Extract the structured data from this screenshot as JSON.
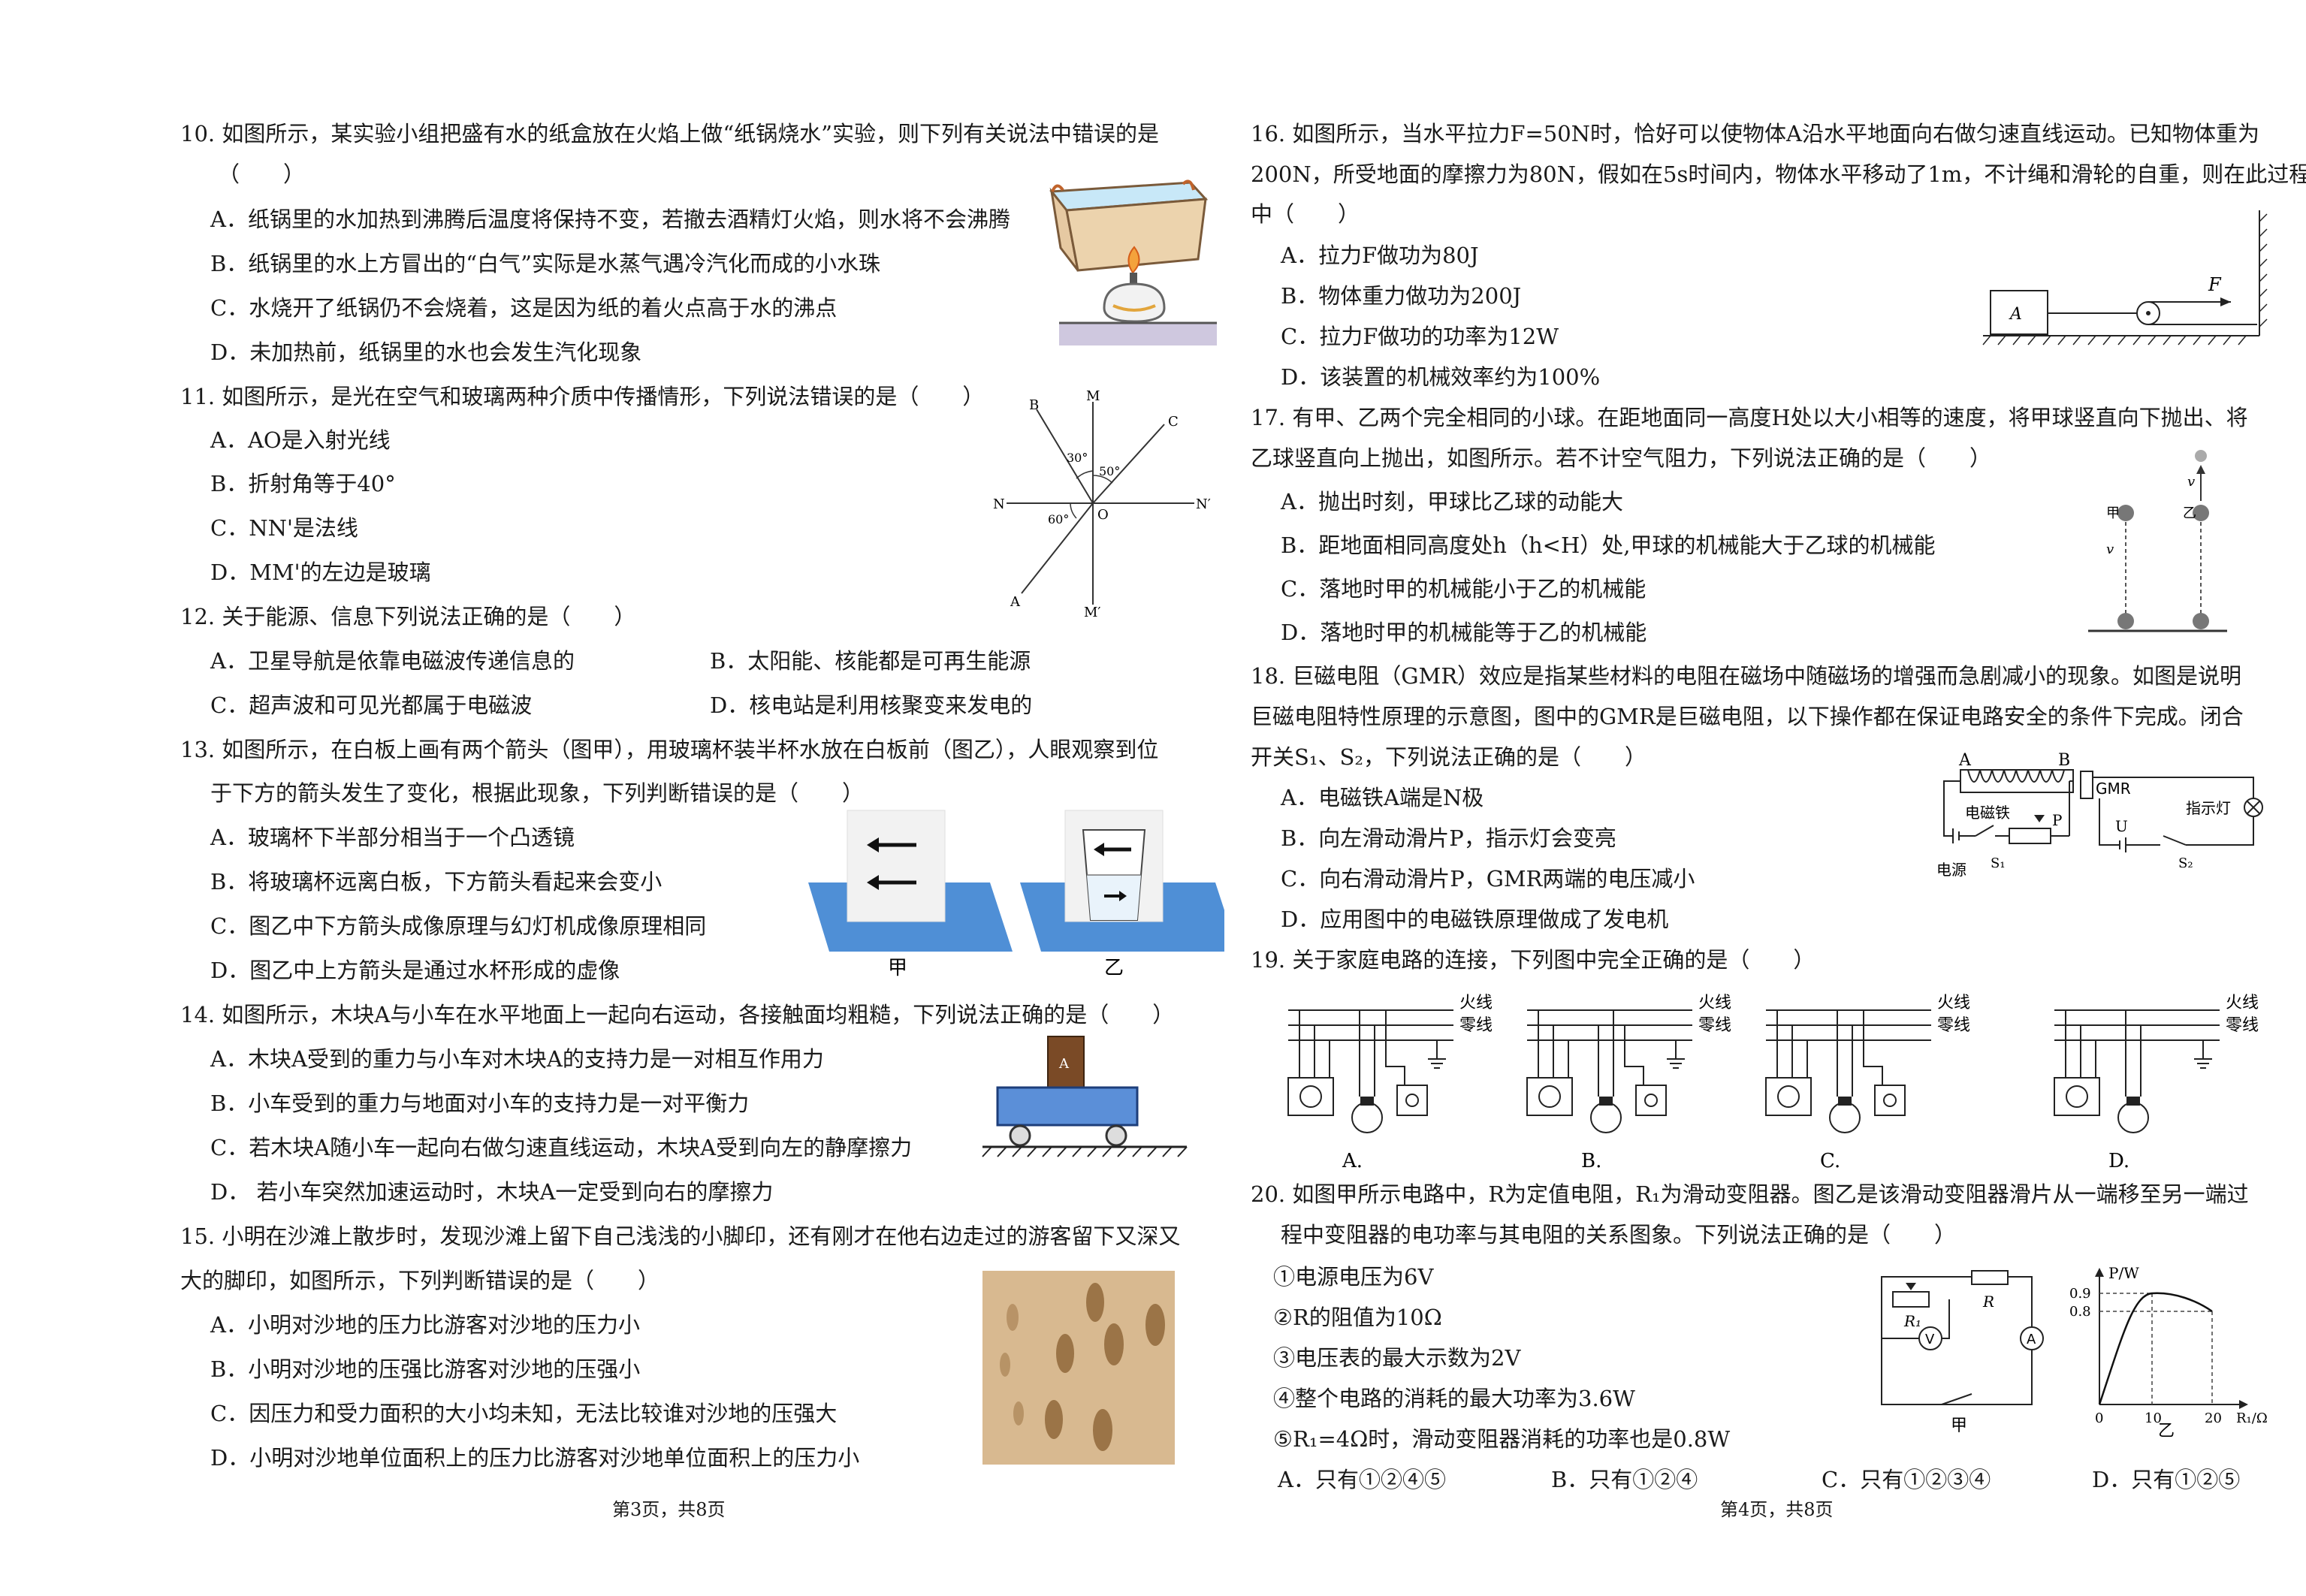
{
  "left": {
    "q10": {
      "stem1": "10. 如图所示，某实验小组把盛有水的纸盒放在火焰上做“纸锅烧水”实验，则下列有关说法中错误的是",
      "stem2": "（　　）",
      "options": [
        "A．纸锅里的水加热到沸腾后温度将保持不变，若撤去酒精灯火焰，则水将不会沸腾",
        "B．纸锅里的水上方冒出的“白气”实际是水蒸气遇冷汽化而成的小水珠",
        "C．水烧开了纸锅仍不会烧着，这是因为纸的着火点高于水的沸点",
        "D．未加热前，纸锅里的水也会发生汽化现象"
      ]
    },
    "q11": {
      "stem": "11. 如图所示，是光在空气和玻璃两种介质中传播情形，下列说法错误的是（　　）",
      "options": [
        "A．AO是入射光线",
        "B．折射角等于40°",
        "C．NN'是法线",
        "D．MM'的左边是玻璃"
      ],
      "labels": {
        "B": "B",
        "M": "M",
        "C": "C",
        "N": "N",
        "N2": "N′",
        "O": "O",
        "A": "A",
        "M2": "M′",
        "a30": "30°",
        "a50": "50°",
        "a60": "60°"
      }
    },
    "q12": {
      "stem": "12.  关于能源、信息下列说法正确的是（　　）",
      "options": [
        "A．卫星导航是依靠电磁波传递信息的",
        "B．太阳能、核能都是可再生能源",
        "C．超声波和可见光都属于电磁波",
        "D．核电站是利用核聚变来发电的"
      ]
    },
    "q13": {
      "stem1": "13. 如图所示，在白板上画有两个箭头（图甲），用玻璃杯装半杯水放在白板前（图乙），人眼观察到位",
      "stem2": "于下方的箭头发生了变化，根据此现象，下列判断错误的是（　　）",
      "options": [
        "A．玻璃杯下半部分相当于一个凸透镜",
        "B．将玻璃杯远离白板，下方箭头看起来会变小",
        "C．图乙中下方箭头成像原理与幻灯机成像原理相同",
        "D．图乙中上方箭头是通过水杯形成的虚像"
      ],
      "cap_jia": "甲",
      "cap_yi": "乙"
    },
    "q14": {
      "stem": "14. 如图所示，木块A与小车在水平地面上一起向右运动，各接触面均粗糙，下列说法正确的是（　　）",
      "options": [
        "A．木块A受到的重力与小车对木块A的支持力是一对相互作用力",
        "B．小车受到的重力与地面对小车的支持力是一对平衡力",
        "C．若木块A随小车一起向右做匀速直线运动，木块A受到向左的静摩擦力",
        "D．  若小车突然加速运动时，木块A一定受到向右的摩擦力"
      ],
      "block": "A"
    },
    "q15": {
      "stem1": "15. 小明在沙滩上散步时，发现沙滩上留下自己浅浅的小脚印，还有刚才在他右边走过的游客留下又深又",
      "stem2": "大的脚印，如图所示，下列判断错误的是（　　）",
      "options": [
        "A．小明对沙地的压力比游客对沙地的压力小",
        "B．小明对沙地的压强比游客对沙地的压强小",
        "C．因压力和受力面积的大小均未知，无法比较谁对沙地的压强大",
        "D．小明对沙地单位面积上的压力比游客对沙地单位面积上的压力小"
      ]
    },
    "footer": "第3页，共8页"
  },
  "right": {
    "q16": {
      "stem1": "16. 如图所示，当水平拉力F=50N时，恰好可以使物体A沿水平地面向右做匀速直线运动。已知物体重为",
      "stem2": "200N，所受地面的摩擦力为80N，假如在5s时间内，物体水平移动了1m，不计绳和滑轮的自重，则在此过程",
      "stem3": "中（　　）",
      "options": [
        "A．拉力F做功为80J",
        "B．物体重力做功为200J",
        "C．拉力F做功的功率为12W",
        "D．该装置的机械效率约为100%"
      ],
      "block": "A",
      "force": "F"
    },
    "q17": {
      "stem1": "17. 有甲、乙两个完全相同的小球。在距地面同一高度H处以大小相等的速度，将甲球竖直向下抛出、将",
      "stem2": "乙球竖直向上抛出，如图所示。若不计空气阻力，下列说法正确的是（　　）",
      "options": [
        "A．抛出时刻，甲球比乙球的动能大",
        "B．距地面相同高度处h（h<H）处,甲球的机械能大于乙球的机械能",
        "C．落地时甲的机械能小于乙的机械能",
        "D．落地时甲的机械能等于乙的机械能"
      ],
      "jia": "甲",
      "yi": "乙",
      "v": "v"
    },
    "q18": {
      "stem1": "18. 巨磁电阻（GMR）效应是指某些材料的电阻在磁场中随磁场的增强而急剧减小的现象。如图是说明",
      "stem2": "巨磁电阻特性原理的示意图，图中的GMR是巨磁电阻，以下操作都在保证电路安全的条件下完成。闭合",
      "stem3": "开关S₁、S₂，下列说法正确的是（　　）",
      "options": [
        "A．电磁铁A端是N极",
        "B．向左滑动滑片P，指示灯会变亮",
        "C．向右滑动滑片P，GMR两端的电压减小",
        "D．应用图中的电磁铁原理做成了发电机"
      ],
      "labels": {
        "A": "A",
        "B": "B",
        "gmr": "GMR",
        "em": "电磁铁",
        "lamp": "指示灯",
        "U": "U",
        "P": "P",
        "src": "电源",
        "s1": "S₁",
        "s2": "S₂"
      }
    },
    "q19": {
      "stem": "19. 关于家庭电路的连接，下列图中完全正确的是（　　）",
      "fire": "火线",
      "zero": "零线",
      "caps": [
        "A.",
        "B.",
        "C.",
        "D."
      ]
    },
    "q20": {
      "stem1": "20.  如图甲所示电路中，R为定值电阻，R₁为滑动变阻器。图乙是该滑动变阻器滑片从一端移至另一端过",
      "stem2": "程中变阻器的电功率与其电阻的关系图象。下列说法正确的是（　　）",
      "items": [
        "①电源电压为6V",
        "②R的阻值为10Ω",
        "③电压表的最大示数为2V",
        "④整个电路的消耗的最大功率为3.6W",
        "⑤R₁=4Ω时，滑动变阻器消耗的功率也是0.8W"
      ],
      "choices": [
        "A．只有①②④⑤",
        "B．只有①②④",
        "C．只有①②③④",
        "D．只有①②⑤"
      ],
      "circ": {
        "R1": "R₁",
        "R": "R",
        "V": "V",
        "A": "A",
        "cap": "甲"
      },
      "graph": {
        "ylabel": "P/W",
        "y1": "0.9",
        "y2": "0.8",
        "x0": "0",
        "x1": "10",
        "x2": "20",
        "xlabel": "R₁/Ω",
        "cap": "乙"
      }
    },
    "footer": "第4页，共8页"
  }
}
